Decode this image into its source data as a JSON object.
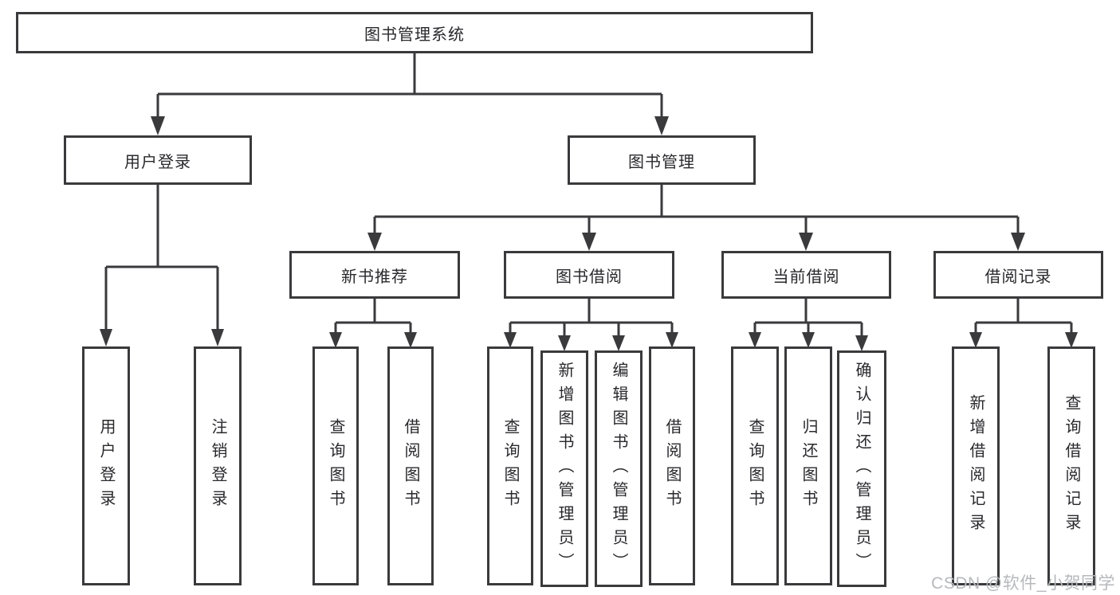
{
  "colors": {
    "line": "#3a3a3c",
    "border": "#3a3a3c",
    "text": "#29292d",
    "watermark": "#b6b8bc",
    "background": "#ffffff"
  },
  "watermark": "CSDN @软件_小贺同学",
  "tree": {
    "root": "图书管理系统",
    "user_login": {
      "label": "用户登录",
      "children": [
        "用户登录",
        "注销登录"
      ]
    },
    "book_management": {
      "label": "图书管理",
      "groups": [
        {
          "label": "新书推荐",
          "children": [
            "查询图书",
            "借阅图书"
          ]
        },
        {
          "label": "图书借阅",
          "children": [
            "查询图书",
            "新增图书（管理员）",
            "编辑图书（管理员）",
            "借阅图书"
          ]
        },
        {
          "label": "当前借阅",
          "children": [
            "查询图书",
            "归还图书",
            "确认归还（管理员）"
          ]
        },
        {
          "label": "借阅记录",
          "children": [
            "新增借阅记录",
            "查询借阅记录"
          ]
        }
      ]
    }
  }
}
